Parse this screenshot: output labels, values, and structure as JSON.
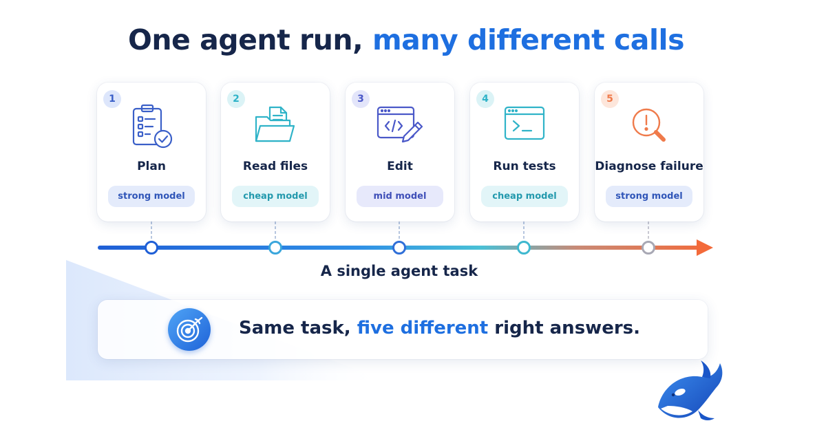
{
  "title": {
    "part1": "One agent run, ",
    "part2": "many different calls"
  },
  "steps": [
    {
      "number": "1",
      "label": "Plan",
      "model": "strong model",
      "icon": "clipboard-check-icon",
      "accent": "#3a5fc8",
      "badge_bg": "#dde6fb",
      "pill_bg": "#e4ebfb",
      "pill_text": "#2f55b8"
    },
    {
      "number": "2",
      "label": "Read files",
      "model": "cheap model",
      "icon": "folder-files-icon",
      "accent": "#2fb3c8",
      "badge_bg": "#dbf3f6",
      "pill_bg": "#e2f5f8",
      "pill_text": "#2399ad"
    },
    {
      "number": "3",
      "label": "Edit",
      "model": "mid model",
      "icon": "code-editor-pencil-icon",
      "accent": "#4a58c8",
      "badge_bg": "#e3e5fa",
      "pill_bg": "#e7e9fb",
      "pill_text": "#3f4fb8"
    },
    {
      "number": "4",
      "label": "Run tests",
      "model": "cheap model",
      "icon": "terminal-window-icon",
      "accent": "#2fb3c8",
      "badge_bg": "#dbf3f6",
      "pill_bg": "#e2f5f8",
      "pill_text": "#2399ad"
    },
    {
      "number": "5",
      "label": "Diagnose failure",
      "model": "strong model",
      "icon": "magnifier-alert-icon",
      "accent": "#ef7a4a",
      "badge_bg": "#fde6db",
      "pill_bg": "#e4ebfb",
      "pill_text": "#2f55b8"
    }
  ],
  "timeline": {
    "label": "A single agent task",
    "start_color": "#1f5fd6",
    "end_color": "#f36a3a"
  },
  "banner": {
    "text1": "Same task, ",
    "highlight": "five different",
    "text2": " right answers.",
    "icon": "target-arrow-icon"
  },
  "colors": {
    "title_dark": "#16264a",
    "title_accent": "#1e6fe0"
  }
}
